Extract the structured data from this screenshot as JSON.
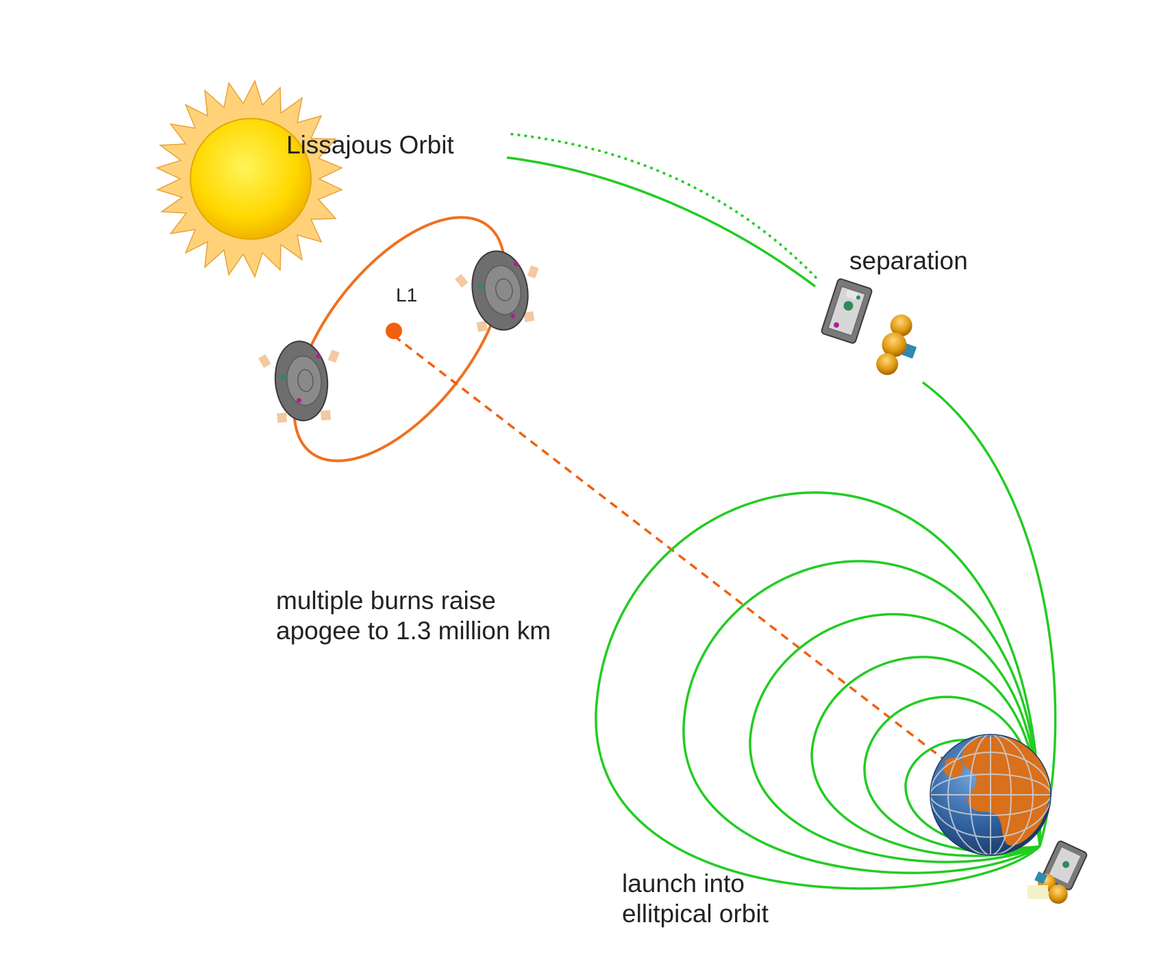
{
  "labels": {
    "lissajous_orbit": "Lissajous Orbit",
    "l1": "L1",
    "separation": "separation",
    "burns_line1": "multiple burns raise",
    "burns_line2": "apogee to 1.3 million km",
    "launch_line1": "launch into",
    "launch_line2": "ellitpical orbit"
  },
  "colors": {
    "transfer_orbits": "#22cc22",
    "lissajous_orbit": "#f07020",
    "l1_point": "#f06010",
    "sun_core": "#ffd800",
    "sun_rays": "#ffcc55",
    "earth_ocean": "#3a6fb0",
    "earth_land": "#d8701c",
    "spacecraft_body": "#707070",
    "fuel_tanks": "#e09a10"
  },
  "icons": [
    "sun-icon",
    "earth-icon",
    "spacecraft-icon",
    "propulsion-module-icon"
  ]
}
